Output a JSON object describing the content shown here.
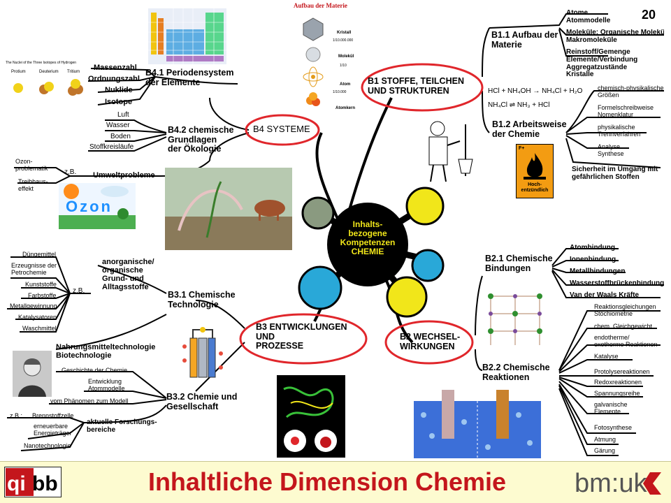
{
  "page_number": "20",
  "footer": {
    "title": "Inhaltliche Dimension Chemie",
    "logo_left": "qibb",
    "logo_right": "bm:uk"
  },
  "center": {
    "label": "Inhalts-\nbezogene\nKompetenzen\nCHEMIE"
  },
  "b1": {
    "title": "B1 STOFFE, TEILCHEN\nUND STRUKTUREN",
    "b11": {
      "title": "B1.1 Aufbau der\nMaterie",
      "items": [
        "Atome\nAtommodelle",
        "Moleküle; Organische Moleküle\nMakromoleküle",
        "Reinstoff/Gemenge\nElemente/Verbindung\nAggregatzustände\nKristalle"
      ]
    },
    "b12": {
      "title": "B1.2 Arbeitsweise\nder Chemie",
      "items": [
        "chemisch-physikalische\nGrößen",
        "Formelschreibweise\nNomenklatur",
        "physikalische\nTrennverfahren",
        "Analyse\nSynthese"
      ],
      "safety": "Sicherheit im Umgang mit\ngefährlichen Stoffen"
    },
    "equations": [
      "HCl + NH₄OH → NH₄Cl + H₂O",
      "NH₄Cl ⇌ NH₃ + HCl"
    ],
    "matter_image": {
      "title": "Aufbau der Materie",
      "labels": [
        "Kristall",
        "Molekül",
        "Atom",
        "Atomkern"
      ],
      "scales": [
        "1/10.000.000",
        "1/10",
        "1/10.000"
      ]
    },
    "hazard_label": "Hoch-\nentzündlich",
    "hazard_letter": "F+"
  },
  "b2": {
    "title": "B2 WECHSEL-\nWIRKUNGEN",
    "b21": {
      "title": "B2.1 Chemische\nBindungen",
      "items": [
        "Atombindung",
        "Ionenbindung",
        "Metallbindungen",
        "Wasserstoffbrückenbindung",
        "Van der Waals Kräfte"
      ]
    },
    "b22": {
      "title": "B2.2 Chemische\nReaktionen",
      "items": [
        "Reaktionsgleichungen\nStöchiometrie",
        "chem. Gleichgewicht",
        "endotherme/\nexotherme Reaktionen",
        "Katalyse",
        "Protolysereaktionen",
        "Redoxreaktionen",
        "Spannungsreihe",
        "galvanische\nElemente",
        "Fotosynthese",
        "Atmung",
        "Gärung"
      ]
    }
  },
  "b3": {
    "title": "B3 ENTWICKLUNGEN\nUND\nPROZESSE",
    "b31": {
      "title": "B3.1 Chemische\nTechnologie",
      "group": "anorganische/\norganische\nGrund- und\nAlltagsstoffe",
      "zb": "z.B.",
      "items": [
        "Düngemittel",
        "Erzeugnisse der\nPetrochemie",
        "Kunststoffe",
        "Farbstoffe",
        "Metallgewinnung",
        "Katalysatoren",
        "Waschmittel"
      ],
      "food": "Nahrungsmitteltechnologie\nBiotechnologie"
    },
    "b32": {
      "title": "B3.2 Chemie und\nGesellschaft",
      "items": [
        "Geschichte der Chemie",
        "Entwicklung\nAtommodelle",
        "vom Phänomen zum Modell"
      ],
      "research": "aktuelle Forschungs-\nbereiche",
      "zb": "z.B.:",
      "research_items": [
        "Brennstoffzelle",
        "erneuerbare\nEnergieträger",
        "Nanotechnologie"
      ]
    }
  },
  "b4": {
    "title": "B4 SYSTEME",
    "b41": {
      "title": "B4.1 Periodensystem\nder Elemente",
      "items": [
        "Massenzahl",
        "Ordnungszahl",
        "Nuklide",
        "Isotope"
      ],
      "nuclei_caption": "The Nuclei of the Three Isotopes of Hydrogen",
      "nuclei_names": [
        "Protium",
        "Deuterium",
        "Tritium"
      ]
    },
    "b42": {
      "title": "B4.2 chemische\nGrundlagen\nder Ökologie",
      "items": [
        "Luft",
        "Wasser",
        "Boden",
        "Stoffkreisläufe"
      ],
      "env": "Umweltprobleme",
      "zb": "z.B.",
      "env_items": [
        "Ozon-\nproblematik",
        "Treibhaus-\neffekt"
      ],
      "ozone_word": "Ozon"
    }
  },
  "colors": {
    "footer_text": "#c4161c",
    "oval": "#e0262b",
    "molecule_blue": "#29a8d8",
    "molecule_yellow": "#f1e61a",
    "molecule_grey": "#8a9a80"
  }
}
